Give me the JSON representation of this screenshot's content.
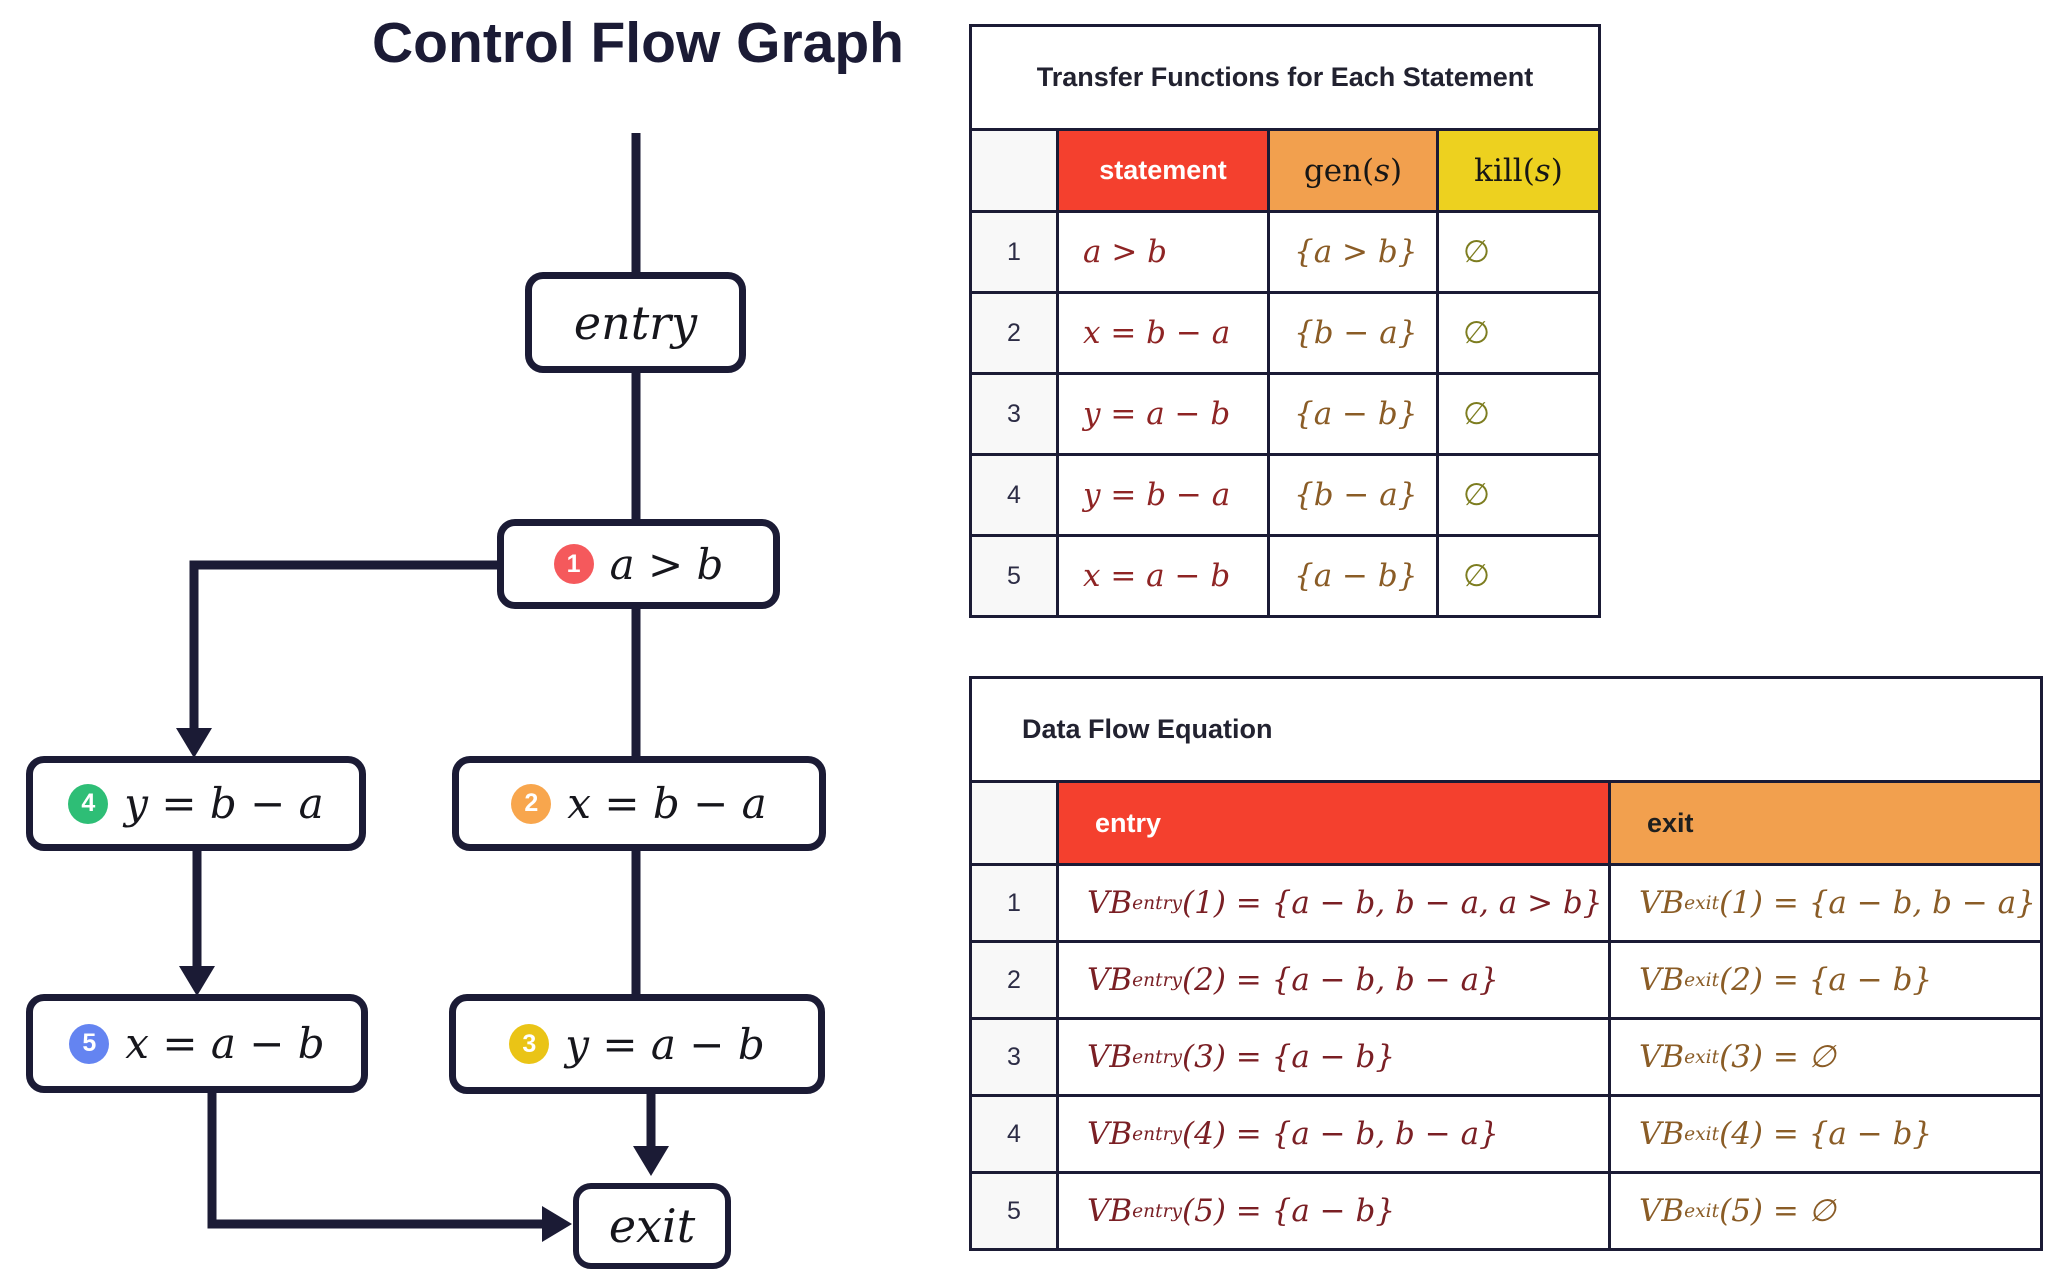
{
  "title": "Control Flow Graph",
  "colors": {
    "line_navy": "#1B1B35",
    "header_red": "#F4402E",
    "header_orange": "#F2A04E",
    "header_yellow": "#EDD11F",
    "statement_text": "#8E2424",
    "gen_text": "#8A5C26",
    "kill_text": "#7D7D20",
    "entry_value_text": "#7A1F24",
    "exit_value_text": "#8A5C26"
  },
  "cfg": {
    "nodes": {
      "entry": {
        "label": "entry"
      },
      "n1": {
        "num": "1",
        "label": "a > b",
        "badge_color": "#F5595C"
      },
      "n2": {
        "num": "2",
        "label": "x = b − a",
        "badge_color": "#F8A64D"
      },
      "n3": {
        "num": "3",
        "label": "y = a − b",
        "badge_color": "#EAC416"
      },
      "n4": {
        "num": "4",
        "label": "y = b − a",
        "badge_color": "#2EBE76"
      },
      "n5": {
        "num": "5",
        "label": "x = a − b",
        "badge_color": "#6484F1"
      },
      "exit": {
        "label": "exit"
      }
    }
  },
  "transfer_table": {
    "title": "Transfer Functions for Each Statement",
    "header": {
      "statement": "statement",
      "gen_prefix": "gen(",
      "gen_arg": "s",
      "gen_suffix": ")",
      "kill_prefix": "kill(",
      "kill_arg": "s",
      "kill_suffix": ")"
    },
    "rows": [
      {
        "num": "1",
        "statement": "a > b",
        "gen": "{a > b}",
        "kill": "∅"
      },
      {
        "num": "2",
        "statement": "x = b − a",
        "gen": "{b − a}",
        "kill": "∅"
      },
      {
        "num": "3",
        "statement": "y = a − b",
        "gen": "{a − b}",
        "kill": "∅"
      },
      {
        "num": "4",
        "statement": "y = b − a",
        "gen": "{b − a}",
        "kill": "∅"
      },
      {
        "num": "5",
        "statement": "x = a − b",
        "gen": "{a − b}",
        "kill": "∅"
      }
    ]
  },
  "dataflow_table": {
    "title": "Data Flow Equation",
    "header": {
      "entry": "entry",
      "exit": "exit"
    },
    "rows": [
      {
        "num": "1",
        "entry_vb": "VB",
        "entry_sub": "entry",
        "entry_rest": "(1) = {a − b, b − a, a > b}",
        "exit_vb": "VB",
        "exit_sub": "exit",
        "exit_rest": "(1) = {a − b, b − a}"
      },
      {
        "num": "2",
        "entry_vb": "VB",
        "entry_sub": "entry",
        "entry_rest": "(2) = {a − b, b − a}",
        "exit_vb": "VB",
        "exit_sub": "exit",
        "exit_rest": "(2) = {a − b}"
      },
      {
        "num": "3",
        "entry_vb": "VB",
        "entry_sub": "entry",
        "entry_rest": "(3) = {a − b}",
        "exit_vb": "VB",
        "exit_sub": "exit",
        "exit_rest": "(3) = ∅"
      },
      {
        "num": "4",
        "entry_vb": "VB",
        "entry_sub": "entry",
        "entry_rest": "(4) = {a − b, b − a}",
        "exit_vb": "VB",
        "exit_sub": "exit",
        "exit_rest": "(4) = {a − b}"
      },
      {
        "num": "5",
        "entry_vb": "VB",
        "entry_sub": "entry",
        "entry_rest": "(5) = {a − b}",
        "exit_vb": "VB",
        "exit_sub": "exit",
        "exit_rest": "(5) = ∅"
      }
    ]
  }
}
